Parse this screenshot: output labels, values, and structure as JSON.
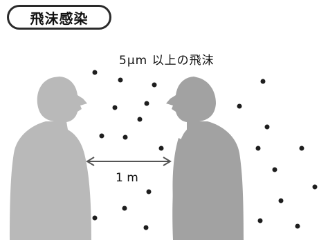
{
  "title": "飛沫感染",
  "caption": "5μm 以上の飛沫",
  "distance_label": "1 m",
  "colors": {
    "person_left": "#b9b9b9",
    "person_right": "#a2a2a2",
    "droplet": "#1e1e1e",
    "arrow": "#555555"
  }
}
